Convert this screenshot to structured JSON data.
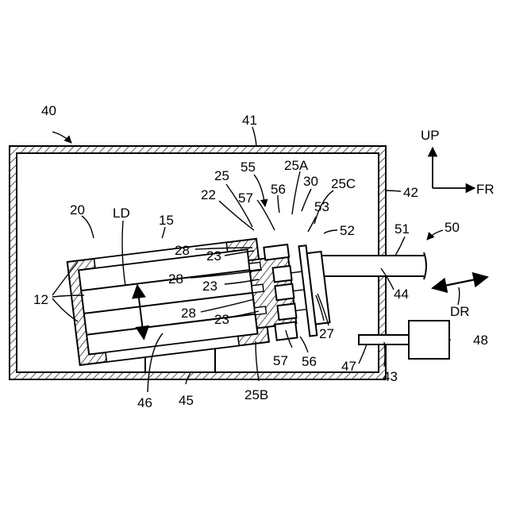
{
  "labels": {
    "n40": "40",
    "n41": "41",
    "n42": "42",
    "n43": "43",
    "n44": "44",
    "n45": "45",
    "n46": "46",
    "n47": "47",
    "n48": "48",
    "n50": "50",
    "n51": "51",
    "n52": "52",
    "n53": "53",
    "n55": "55",
    "n56a": "56",
    "n56b": "56",
    "n57a": "57",
    "n57b": "57",
    "n30": "30",
    "n27": "27",
    "n25": "25",
    "n25A": "25A",
    "n25B": "25B",
    "n25C": "25C",
    "n22": "22",
    "n20": "20",
    "n15": "15",
    "n12": "12",
    "n28a": "28",
    "n28b": "28",
    "n28c": "28",
    "n23a": "23",
    "n23b": "23",
    "n23c": "23",
    "LD": "LD",
    "DR": "DR",
    "UP": "UP",
    "FR": "FR"
  }
}
